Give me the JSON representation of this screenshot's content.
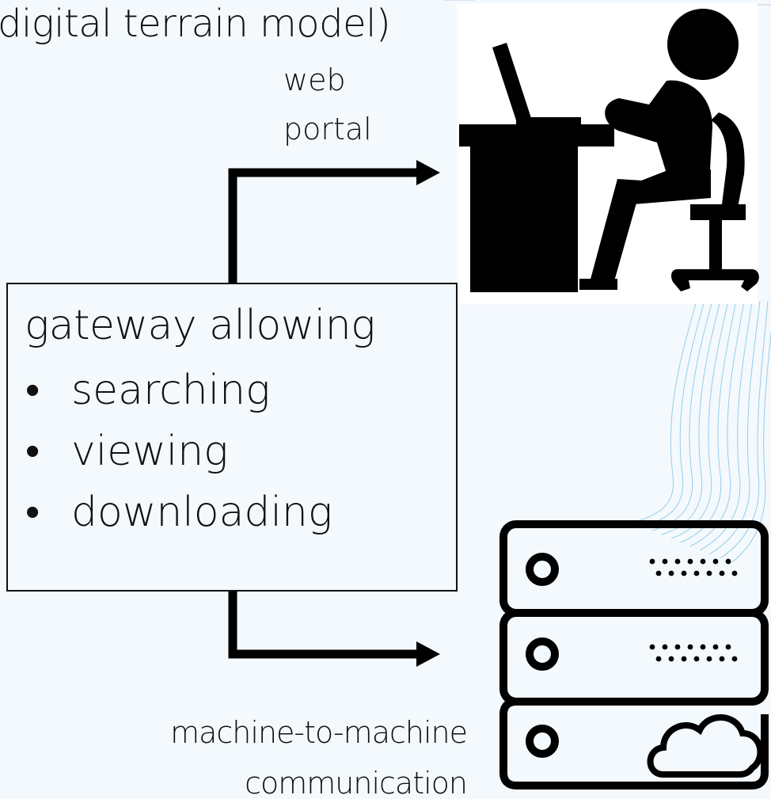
{
  "title_text": "digital terrain model)",
  "web_label_line1": "web",
  "web_label_line2": "portal",
  "gateway": {
    "heading": "gateway allowing",
    "items": [
      "searching",
      "viewing",
      "downloading"
    ]
  },
  "m2m_line1": "machine-to-machine",
  "m2m_line2": "communication",
  "icons": {
    "user": "person-at-computer-icon",
    "server": "server-cloud-icon"
  },
  "colors": {
    "background": "#f4f9fd",
    "ink": "#111111",
    "wave": "#4aa8d8"
  }
}
